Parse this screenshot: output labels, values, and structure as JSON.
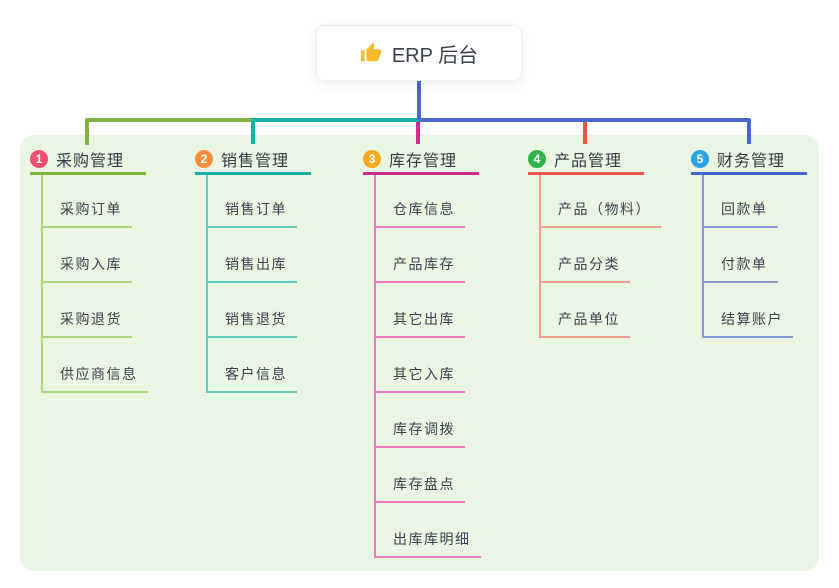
{
  "root": {
    "label": "ERP 后台",
    "icon": "thumbs-up",
    "line_color": "#4a68ce"
  },
  "panel": {
    "bg_color": "#e9f6e2"
  },
  "branches": [
    {
      "num": "1",
      "title": "采购管理",
      "colors": {
        "badge": "#ef4e6e",
        "main": "#7db63f",
        "light": "#a9d77d"
      },
      "children": [
        "采购订单",
        "采购入库",
        "采购退货",
        "供应商信息"
      ]
    },
    {
      "num": "2",
      "title": "销售管理",
      "colors": {
        "badge": "#f88f3d",
        "main": "#13b2ab",
        "light": "#5fcac0"
      },
      "children": [
        "销售订单",
        "销售出库",
        "销售退货",
        "客户信息"
      ]
    },
    {
      "num": "3",
      "title": "库存管理",
      "colors": {
        "badge": "#fba81c",
        "main": "#d02b90",
        "light": "#ee77bf"
      },
      "children": [
        "仓库信息",
        "产品库存",
        "其它出库",
        "其它入库",
        "库存调拨",
        "库存盘点",
        "出库库明细"
      ]
    },
    {
      "num": "4",
      "title": "产品管理",
      "colors": {
        "badge": "#2fb34a",
        "main": "#ef5247",
        "light": "#f59d93"
      },
      "children": [
        "产品（物料）",
        "产品分类",
        "产品单位"
      ]
    },
    {
      "num": "5",
      "title": "财务管理",
      "colors": {
        "badge": "#2ba3e4",
        "main": "#3f67cf",
        "light": "#8098d5"
      },
      "children": [
        "回款单",
        "付款单",
        "结算账户"
      ]
    }
  ]
}
